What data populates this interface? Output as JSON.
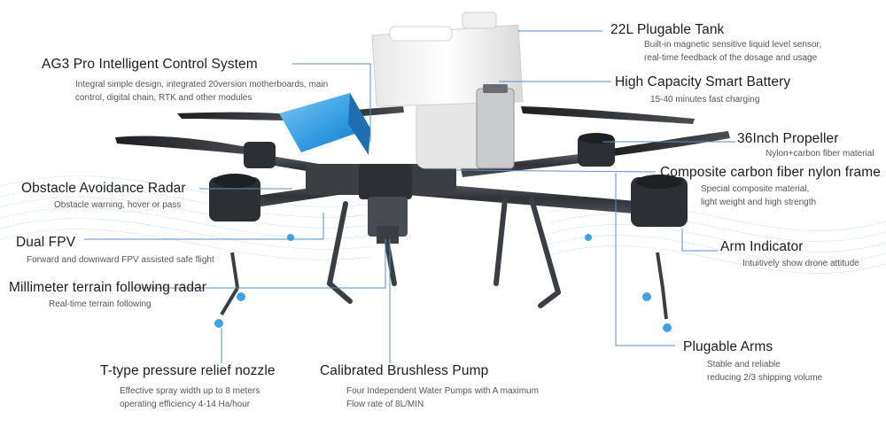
{
  "callouts": {
    "tank": {
      "title": "22L Plugable Tank",
      "desc": [
        "Built-in magnetic sensitive liquid level sensor,",
        "real-time feedback of the dosage and usage"
      ]
    },
    "control": {
      "title": "AG3 Pro Intelligent Control System",
      "desc": [
        "Integral simple design, integrated 20version motherboards, main",
        "control, digital chain, RTK and other modules"
      ]
    },
    "battery": {
      "title": "High Capacity Smart Battery",
      "desc": [
        "15-40 minutes fast charging"
      ]
    },
    "propeller": {
      "title": "36Inch Propeller",
      "desc": [
        "Nylon+carbon fiber material"
      ]
    },
    "frame": {
      "title": "Composite carbon fiber nylon frame",
      "desc": [
        "Special composite material,",
        "light weight and high strength"
      ]
    },
    "radar": {
      "title": "Obstacle Avoidance Radar",
      "desc": [
        "Obstacle warning, hover or pass"
      ]
    },
    "fpv": {
      "title": "Dual FPV",
      "desc": [
        "Forward and downward FPV assisted safe flight"
      ]
    },
    "indicator": {
      "title": "Arm Indicator",
      "desc": [
        "Intuitively show drone attitude"
      ]
    },
    "terrain": {
      "title": "Millimeter terrain following radar",
      "desc": [
        "Real-time terrain following"
      ]
    },
    "arms": {
      "title": "Plugable Arms",
      "desc": [
        "Stable and reliable",
        "reducing 2/3 shipping volume"
      ]
    },
    "nozzle": {
      "title": "T-type pressure relief nozzle",
      "desc": [
        "Effective spray width up to 8 meters",
        "operating efficiency 4-14 Ha/hour"
      ]
    },
    "pump": {
      "title": "Calibrated Brushless Pump",
      "desc": [
        "Four Independent Water Pumps with A maximum",
        "Flow rate of 8L/MIN"
      ]
    }
  },
  "colors": {
    "leader": "#5a8fc0",
    "accent_blue": "#3da3e8",
    "frame_dark": "#3b3f44",
    "tank_white": "#f4f4f4"
  }
}
